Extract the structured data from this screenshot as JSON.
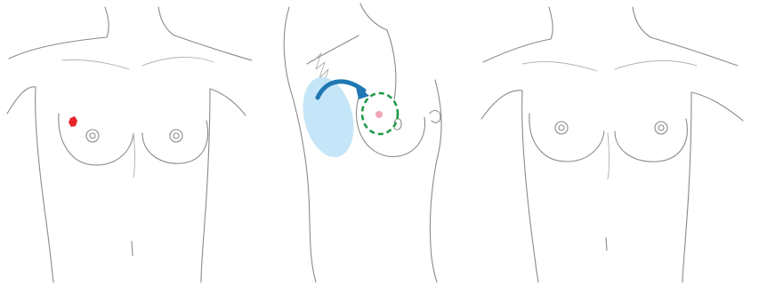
{
  "figure": {
    "panels": [
      {
        "view": "front",
        "state": "before"
      },
      {
        "view": "oblique",
        "state": "procedure"
      },
      {
        "view": "front",
        "state": "after"
      }
    ],
    "colors": {
      "line": "#8a8a8a",
      "defect_marker": "#e8232a",
      "donor_flap": "#bfe3f7",
      "transfer_arrow": "#1f78b4",
      "recipient_outline": "#1f9a48",
      "recipient_spot": "#f2a6b5"
    },
    "icons": {
      "arrow": "curved-arrow-icon"
    }
  }
}
